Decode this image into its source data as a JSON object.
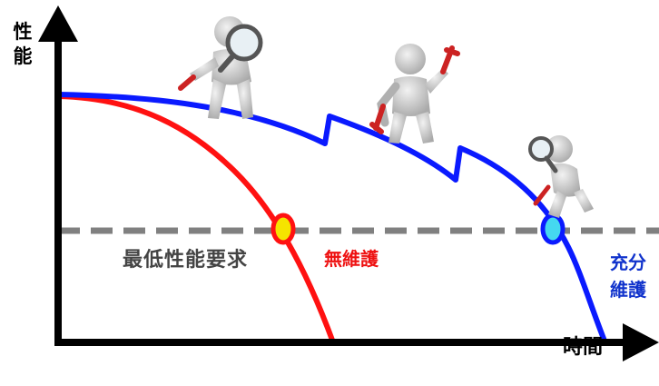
{
  "labels": {
    "y_axis": "性\n能",
    "x_axis": "時間",
    "threshold": "最低性能要求",
    "no_maintenance": "無維護",
    "full_maintenance": "充分\n維護"
  },
  "colors": {
    "axis": "#000000",
    "no_maintenance_curve": "#ff1111",
    "full_maintenance_curve": "#0a1aff",
    "threshold_line": "#808080",
    "no_maintenance_marker_fill": "#f5e400",
    "full_maintenance_marker_fill": "#45d8f0"
  },
  "icons": [
    "inspector-magnifier-icon",
    "repairman-wrench-icon",
    "inspector-kneeling-icon"
  ]
}
